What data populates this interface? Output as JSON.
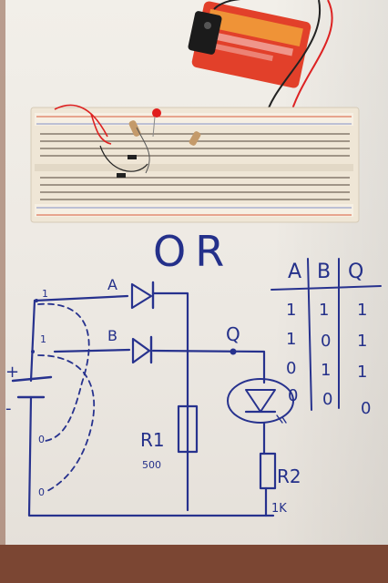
{
  "circuit": {
    "title": "OR",
    "label_a": "A",
    "label_b": "B",
    "label_q": "Q",
    "label_r1": "R1",
    "value_r1": "500",
    "label_r2": "R2",
    "value_r2": "1K",
    "switch_high_1": "1",
    "switch_high_2": "1",
    "switch_low_1": "0",
    "switch_low_2": "0",
    "plus": "+",
    "minus": "-"
  },
  "truth_table": {
    "headers": [
      "A",
      "B",
      "Q"
    ],
    "rows": [
      [
        "1",
        "1",
        "1"
      ],
      [
        "1",
        "0",
        "1"
      ],
      [
        "0",
        "1",
        "1"
      ],
      [
        "0",
        "0",
        "0"
      ]
    ]
  },
  "colors": {
    "ink": "#27328e",
    "battery": "#e2402a",
    "breadboard": "#efe6d6",
    "led": "#e11c1c"
  }
}
